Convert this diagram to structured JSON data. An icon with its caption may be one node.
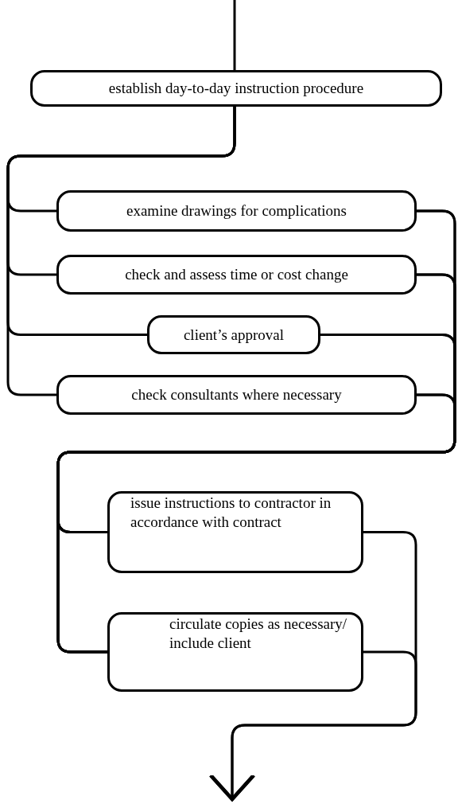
{
  "diagram": {
    "nodes": [
      {
        "text": [
          "establish day-to-day instruction procedure"
        ]
      },
      {
        "text": [
          "examine drawings for complications"
        ]
      },
      {
        "text": [
          "check and assess time or cost change"
        ]
      },
      {
        "text": [
          "client’s approval"
        ]
      },
      {
        "text": [
          "check consultants where necessary"
        ]
      },
      {
        "text": [
          "issue instructions to contractor in accordance with contract"
        ]
      },
      {
        "text": [
          "circulate copies as necessary/ include client"
        ]
      }
    ],
    "edges": [
      {
        "from": null,
        "to": 0,
        "arrow": "none"
      },
      {
        "from": 0,
        "to": 1,
        "arrow": "none"
      },
      {
        "from": 0,
        "to": 2,
        "arrow": "none"
      },
      {
        "from": 0,
        "to": 3,
        "arrow": "none"
      },
      {
        "from": 0,
        "to": 4,
        "arrow": "none"
      },
      {
        "from": 1,
        "to": 5,
        "arrow": "none"
      },
      {
        "from": 1,
        "to": 6,
        "arrow": "none"
      },
      {
        "from": 2,
        "to": 5,
        "arrow": "none"
      },
      {
        "from": 2,
        "to": 6,
        "arrow": "none"
      },
      {
        "from": 3,
        "to": 5,
        "arrow": "none"
      },
      {
        "from": 3,
        "to": 6,
        "arrow": "none"
      },
      {
        "from": 4,
        "to": 5,
        "arrow": "none"
      },
      {
        "from": 4,
        "to": 6,
        "arrow": "none"
      },
      {
        "from": 5,
        "to": null,
        "arrow": "to"
      },
      {
        "from": 6,
        "to": null,
        "arrow": "to"
      }
    ]
  }
}
